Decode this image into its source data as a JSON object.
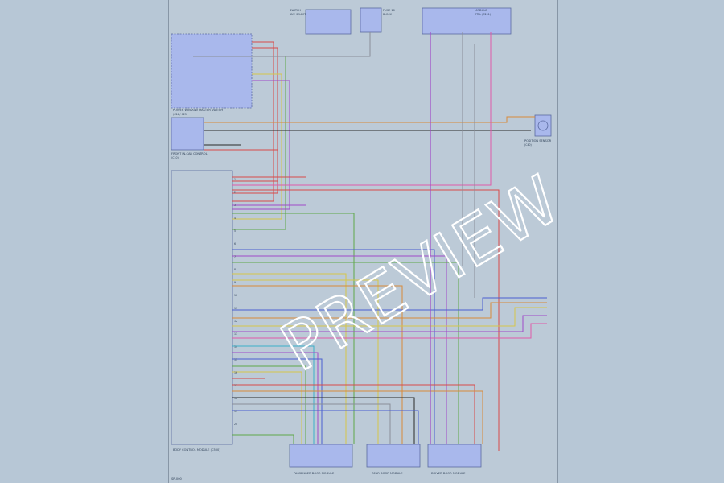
{
  "watermark": {
    "text": "PREVIEW"
  },
  "colors": {
    "background": "#b7c7d6",
    "sheet": "#bccad7",
    "component_fill": "#a9b8ec",
    "component_stroke": "#5a6aa0",
    "red": "#d84a4a",
    "orange": "#d9893a",
    "yellow": "#d6c64a",
    "green": "#5ea84a",
    "blue": "#4a5fd0",
    "violet": "#a04ac8",
    "pink": "#e05aa8",
    "cyan": "#3ab0c8",
    "gray": "#8a8f98",
    "black": "#2a2a2a"
  },
  "diagram": {
    "top_components": [
      {
        "id": "C1",
        "label": "SWITCH",
        "sub": "ANT. SELECT"
      },
      {
        "id": "C2",
        "label": "FUSE 10",
        "sub": "BLOCK"
      },
      {
        "id": "C3",
        "label": "MODULE",
        "sub": "CTRL (C201)"
      }
    ],
    "left_module": {
      "label": "POWER WINDOW MASTER SWITCH",
      "sub": "(C24 / C25)"
    },
    "mid_module": {
      "label": "FRONT IN-CAR CONTROL",
      "sub": "(C10)"
    },
    "main_module": {
      "label": "BODY CONTROL MODULE (C500)"
    },
    "right_component": {
      "label": "POSITION SENSOR",
      "sub": "(C40)"
    },
    "bottom_components": [
      {
        "id": "B1",
        "label": "PASSENGER DOOR MODULE"
      },
      {
        "id": "B2",
        "label": "REAR DOOR MODULE"
      },
      {
        "id": "B3",
        "label": "DRIVER DOOR MODULE"
      }
    ],
    "pins": [
      "1",
      "2",
      "3",
      "4",
      "5",
      "6",
      "7",
      "8",
      "9",
      "10",
      "11",
      "12",
      "13",
      "14",
      "15",
      "16",
      "17",
      "18",
      "19",
      "20"
    ],
    "footer": "SR-000"
  }
}
